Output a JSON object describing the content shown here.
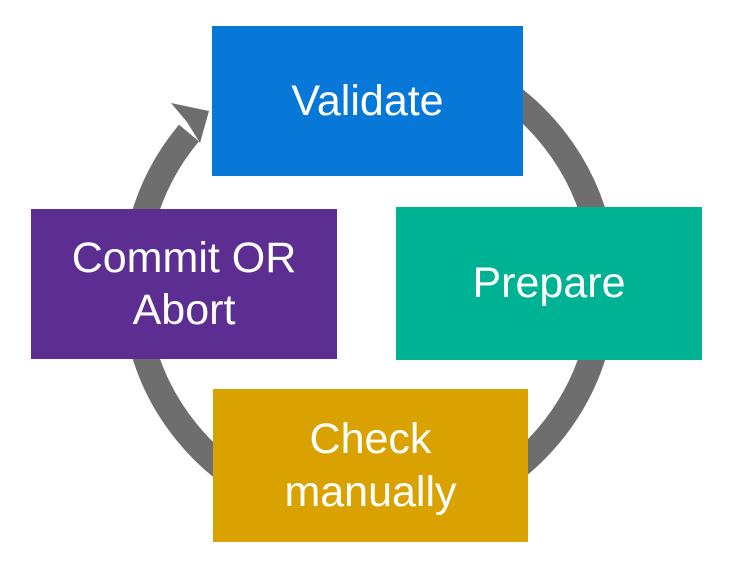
{
  "diagram": {
    "type": "cycle",
    "background_color": "#ffffff",
    "ring": {
      "color": "#6e6e6e",
      "direction": "clockwise",
      "arrowhead_points_to": "Validate"
    },
    "text_color": "#ffffff",
    "steps": [
      {
        "id": "validate",
        "position": "top",
        "label": "Validate",
        "lines": [
          "Validate"
        ],
        "color": "#0778d8"
      },
      {
        "id": "prepare",
        "position": "right",
        "label": "Prepare",
        "lines": [
          "Prepare"
        ],
        "color": "#00b294"
      },
      {
        "id": "check-manually",
        "position": "bottom",
        "label": "Check manually",
        "lines": [
          "Check",
          "manually"
        ],
        "color": "#d9a200"
      },
      {
        "id": "commit-or-abort",
        "position": "left",
        "label": "Commit OR Abort",
        "lines": [
          "Commit OR",
          "Abort"
        ],
        "color": "#5c2e91"
      }
    ]
  }
}
